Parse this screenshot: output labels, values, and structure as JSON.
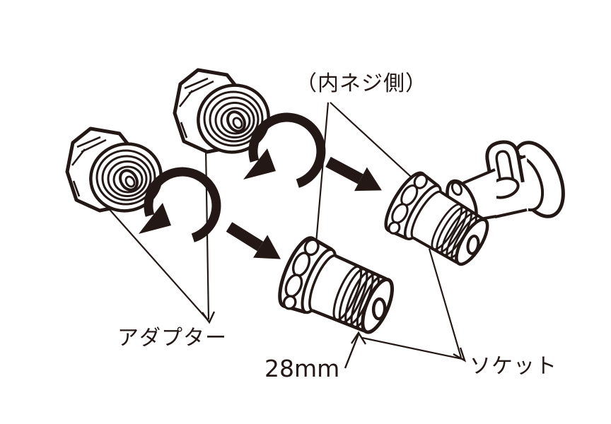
{
  "canvas": {
    "background": "#ffffff",
    "ink": "#231815"
  },
  "labels": {
    "inner_thread_side": "（内ネジ側）",
    "adapter": "アダプター",
    "diameter": "28mm",
    "socket": "ソケット"
  },
  "icons": {
    "rotation_arrow": "counterclockwise-rotation-arrow",
    "direction_arrow": "southeast-direction-arrow",
    "valve_handle": "hook-handle"
  }
}
